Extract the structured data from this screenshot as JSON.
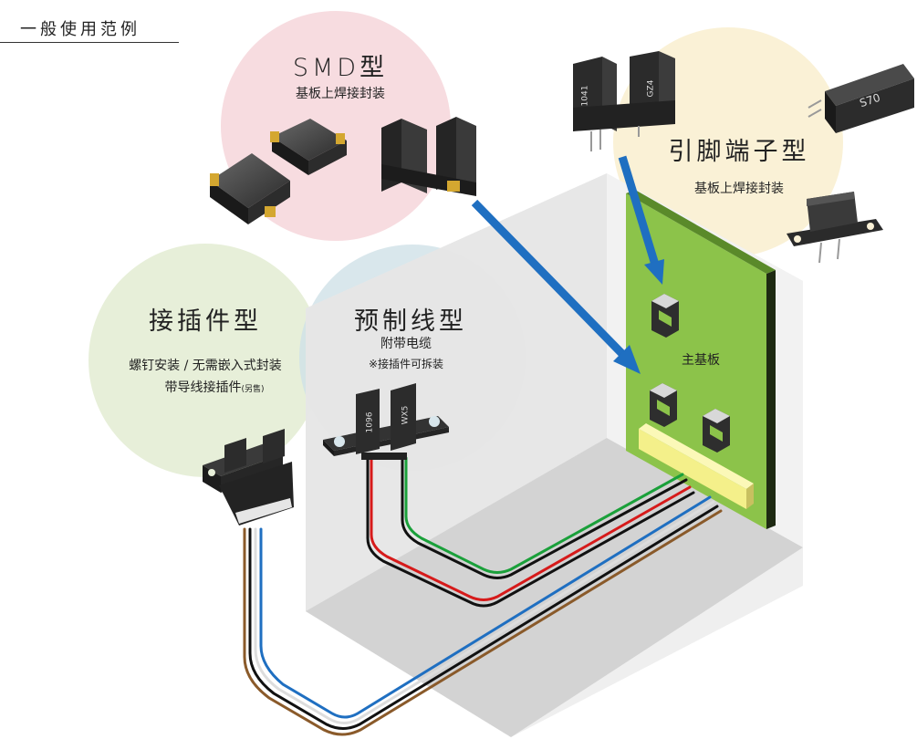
{
  "header": {
    "label": "一般使用范例"
  },
  "groups": {
    "smd": {
      "title": "SMD型",
      "sub": "基板上焊接封装"
    },
    "pin": {
      "title": "引脚端子型",
      "sub": "基板上焊接封装"
    },
    "connector": {
      "title": "接插件型",
      "sub1": "螺钉安装 / 无需嵌入式封装",
      "sub2": "带导线接插件",
      "note": "(另售)"
    },
    "precut": {
      "title": "预制线型",
      "sub1": "附带电缆",
      "sub2": "※接插件可拆装"
    }
  },
  "board": {
    "label": "主基板"
  },
  "parts": {
    "pin_a": "1041",
    "pin_b": "GZ4",
    "pin_side": "S70",
    "pre_a": "1096",
    "pre_b": "WX5"
  },
  "colors": {
    "pink": "#f7dce0",
    "yellow": "#faf1d6",
    "green": "#e7efd9",
    "blue": "#d8e6ec",
    "board": "#8cc34a",
    "arrow": "#1f6fc1",
    "connector": "#f4f08a"
  }
}
